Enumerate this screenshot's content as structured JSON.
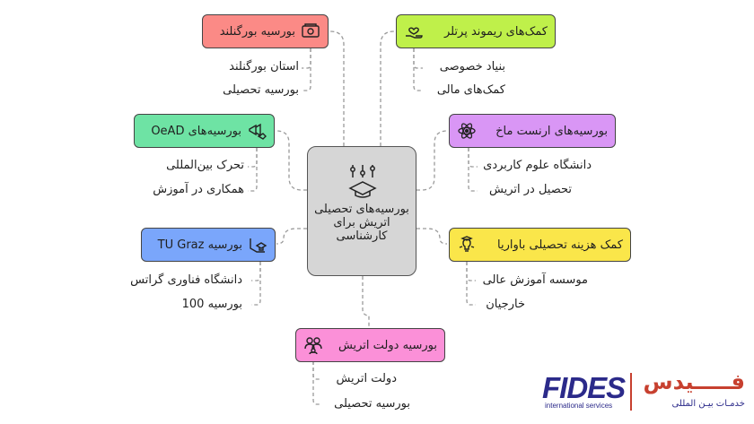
{
  "center": {
    "title": "بورسیه‌های تحصیلی اتریش برای کارشناسی"
  },
  "nodes": [
    {
      "id": "burgenland",
      "label": "بورسیه بورگنلند",
      "color": "#fb8a86",
      "icon": "money-scholarship-icon",
      "leaves": [
        "استان بورگنلند",
        "بورسیه تحصیلی"
      ]
    },
    {
      "id": "raymond",
      "label": "کمک‌های ریموند پرتلر",
      "color": "#bff04a",
      "icon": "hand-heart-icon",
      "leaves": [
        "بنیاد خصوصی",
        "کمک‌های مالی"
      ]
    },
    {
      "id": "oead",
      "label": "بورسیه‌های OeAD",
      "color": "#6ee3a4",
      "icon": "megaphone-graduation-icon",
      "leaves": [
        "تحرک بین‌المللی",
        "همکاری در آموزش"
      ]
    },
    {
      "id": "ernst",
      "label": "بورسیه‌های ارنست ماخ",
      "color": "#d996f5",
      "icon": "science-atom-icon",
      "leaves": [
        "دانشگاه علوم کاربردی",
        "تحصیل در اتریش"
      ]
    },
    {
      "id": "tugraz",
      "label": "بورسیه TU Graz",
      "color": "#7aa6fb",
      "icon": "graduate-hand-icon",
      "leaves": [
        "دانشگاه فناوری گراتس",
        "بورسیه 100"
      ]
    },
    {
      "id": "bavaria",
      "label": "کمک هزینه تحصیلی باواریا",
      "color": "#fae64a",
      "icon": "lightbulb-scholar-icon",
      "leaves": [
        "موسسه آموزش عالی",
        "خارجیان"
      ]
    },
    {
      "id": "government",
      "label": "بورسیه دولت اتریش",
      "color": "#fb90d8",
      "icon": "people-group-icon",
      "leaves": [
        "دولت اتریش",
        "بورسیه تحصیلی"
      ]
    }
  ],
  "logo": {
    "brand": "FIDES",
    "tagline": "international services",
    "brand_fa": "فـــــیدس",
    "tagline_fa": "خدمـات بیـن المللی",
    "colors": {
      "navy": "#2b2a8a",
      "red": "#c7402f"
    }
  }
}
